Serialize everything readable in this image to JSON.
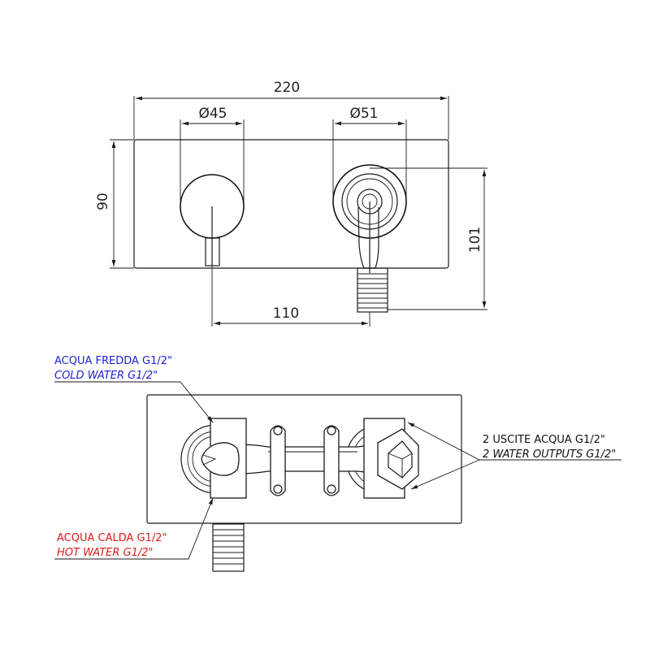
{
  "dimensions": {
    "width_total": "220",
    "height_plate": "90",
    "diameter_left": "Ø45",
    "diameter_right": "Ø51",
    "center_distance": "110",
    "height_outlet": "101"
  },
  "labels": {
    "cold_it": "ACQUA FREDDA G1/2\"",
    "cold_en": "COLD WATER G1/2\"",
    "hot_it": "ACQUA CALDA G1/2\"",
    "hot_en": "HOT WATER G1/2\"",
    "outputs_it": "2 USCITE ACQUA G1/2\"",
    "outputs_en": "2 WATER OUTPUTS G1/2\""
  },
  "colors": {
    "cold": "#1f1fd6",
    "hot": "#e01a1a",
    "line": "#1a1a1a"
  }
}
